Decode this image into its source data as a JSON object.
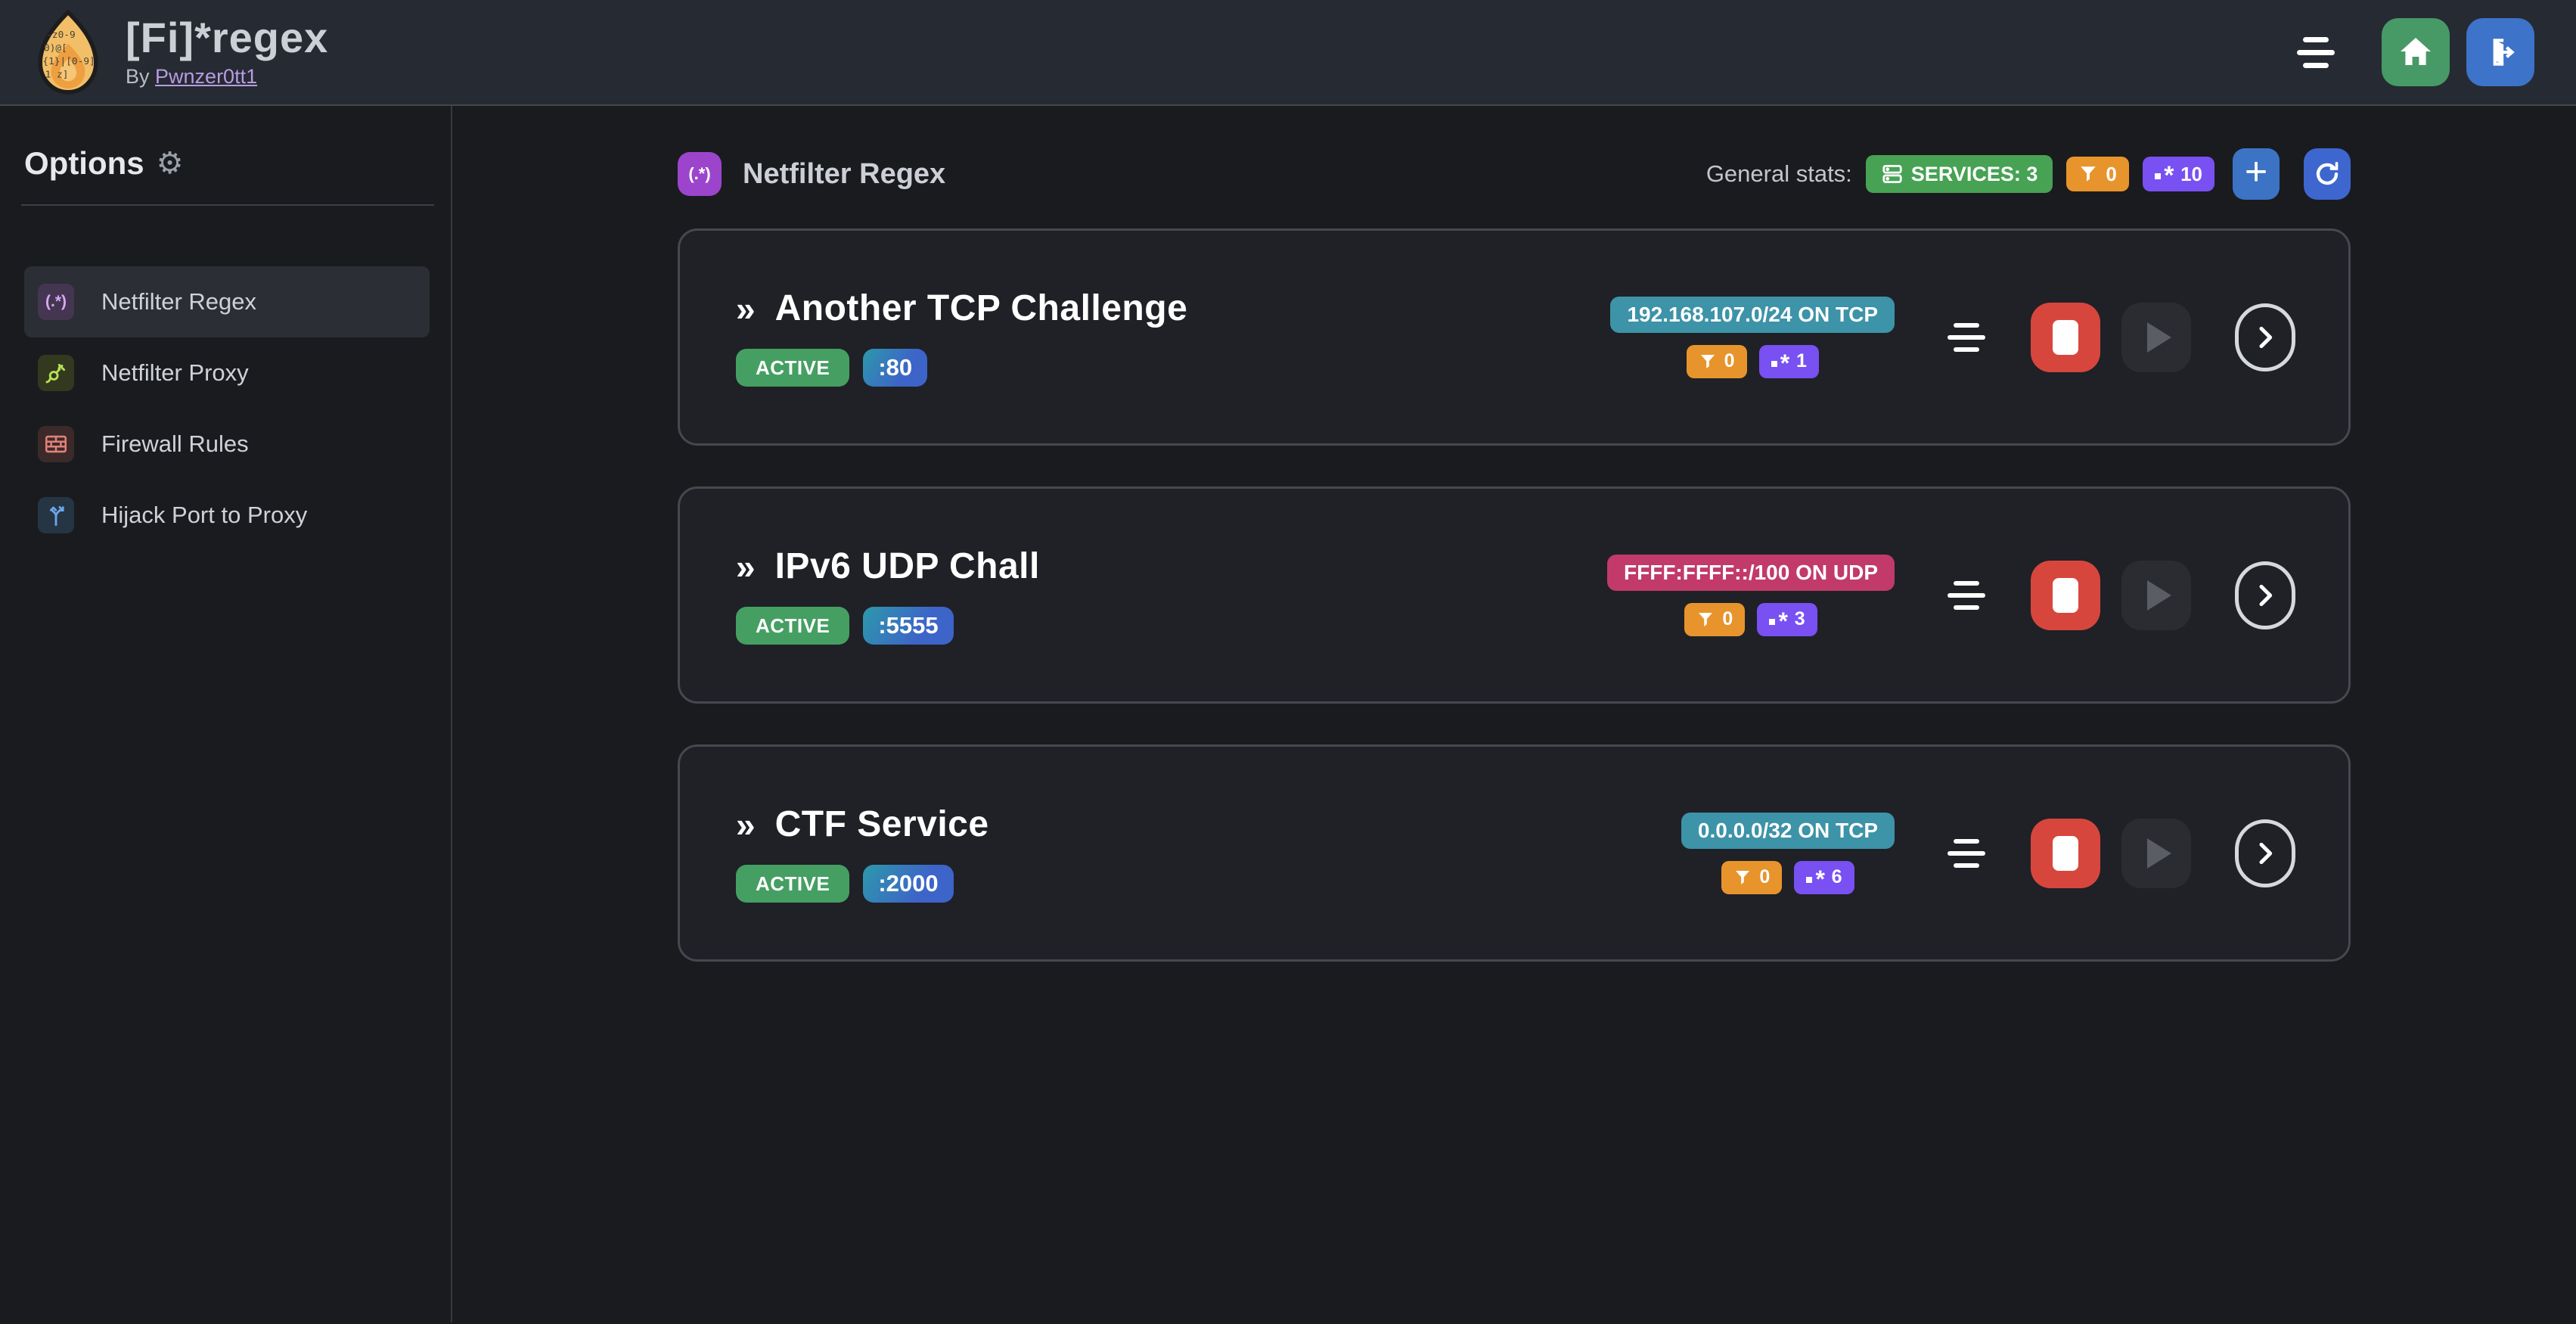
{
  "header": {
    "title": "[Fi]*regex",
    "byline_prefix": "By",
    "author_link": "Pwnzer0tt1",
    "menu_icon": "menu-bars-icon",
    "home_icon": "home-icon",
    "logout_icon": "logout-door-icon"
  },
  "sidebar": {
    "title": "Options",
    "gear": "⚙",
    "items": [
      {
        "label": "Netfilter Regex",
        "icon": "regex-icon",
        "icon_text": "(.*)",
        "active": true
      },
      {
        "label": "Netfilter Proxy",
        "icon": "plug-icon",
        "active": false
      },
      {
        "label": "Firewall Rules",
        "icon": "brick-wall-icon",
        "active": false
      },
      {
        "label": "Hijack Port to Proxy",
        "icon": "split-arrows-icon",
        "active": false
      }
    ]
  },
  "main": {
    "section_icon_text": "(.*)",
    "section_title": "Netfilter Regex",
    "stats_label": "General stats:",
    "stats": {
      "services_label": "SERVICES: 3",
      "filters_count": "0",
      "regexes_count": "10"
    },
    "plus_label": "+",
    "services": [
      {
        "name": "Another TCP Challenge",
        "status": "ACTIVE",
        "port": ":80",
        "cidr": "192.168.107.0/24 ON TCP",
        "cidr_color": "#3d93a8",
        "filters_count": "0",
        "regexes_count": "1"
      },
      {
        "name": "IPv6 UDP Chall",
        "status": "ACTIVE",
        "port": ":5555",
        "cidr": "FFFF:FFFF::/100 ON UDP",
        "cidr_color": "#c13a6a",
        "filters_count": "0",
        "regexes_count": "3"
      },
      {
        "name": "CTF Service",
        "status": "ACTIVE",
        "port": ":2000",
        "cidr": "0.0.0.0/32 ON TCP",
        "cidr_color": "#3d93a8",
        "filters_count": "0",
        "regexes_count": "6"
      }
    ]
  },
  "colors": {
    "header_bg": "#262a33",
    "page_bg": "#1a1b1f",
    "card_bg": "#1f2126",
    "green": "#47a254",
    "orange": "#e8942c",
    "violet": "#7950f2",
    "teal_badge": "#3d93a8",
    "pink_badge": "#c13a6a",
    "stop_red": "#d7463d",
    "action_blue": "#3c73c4",
    "home_green": "#479a66"
  }
}
